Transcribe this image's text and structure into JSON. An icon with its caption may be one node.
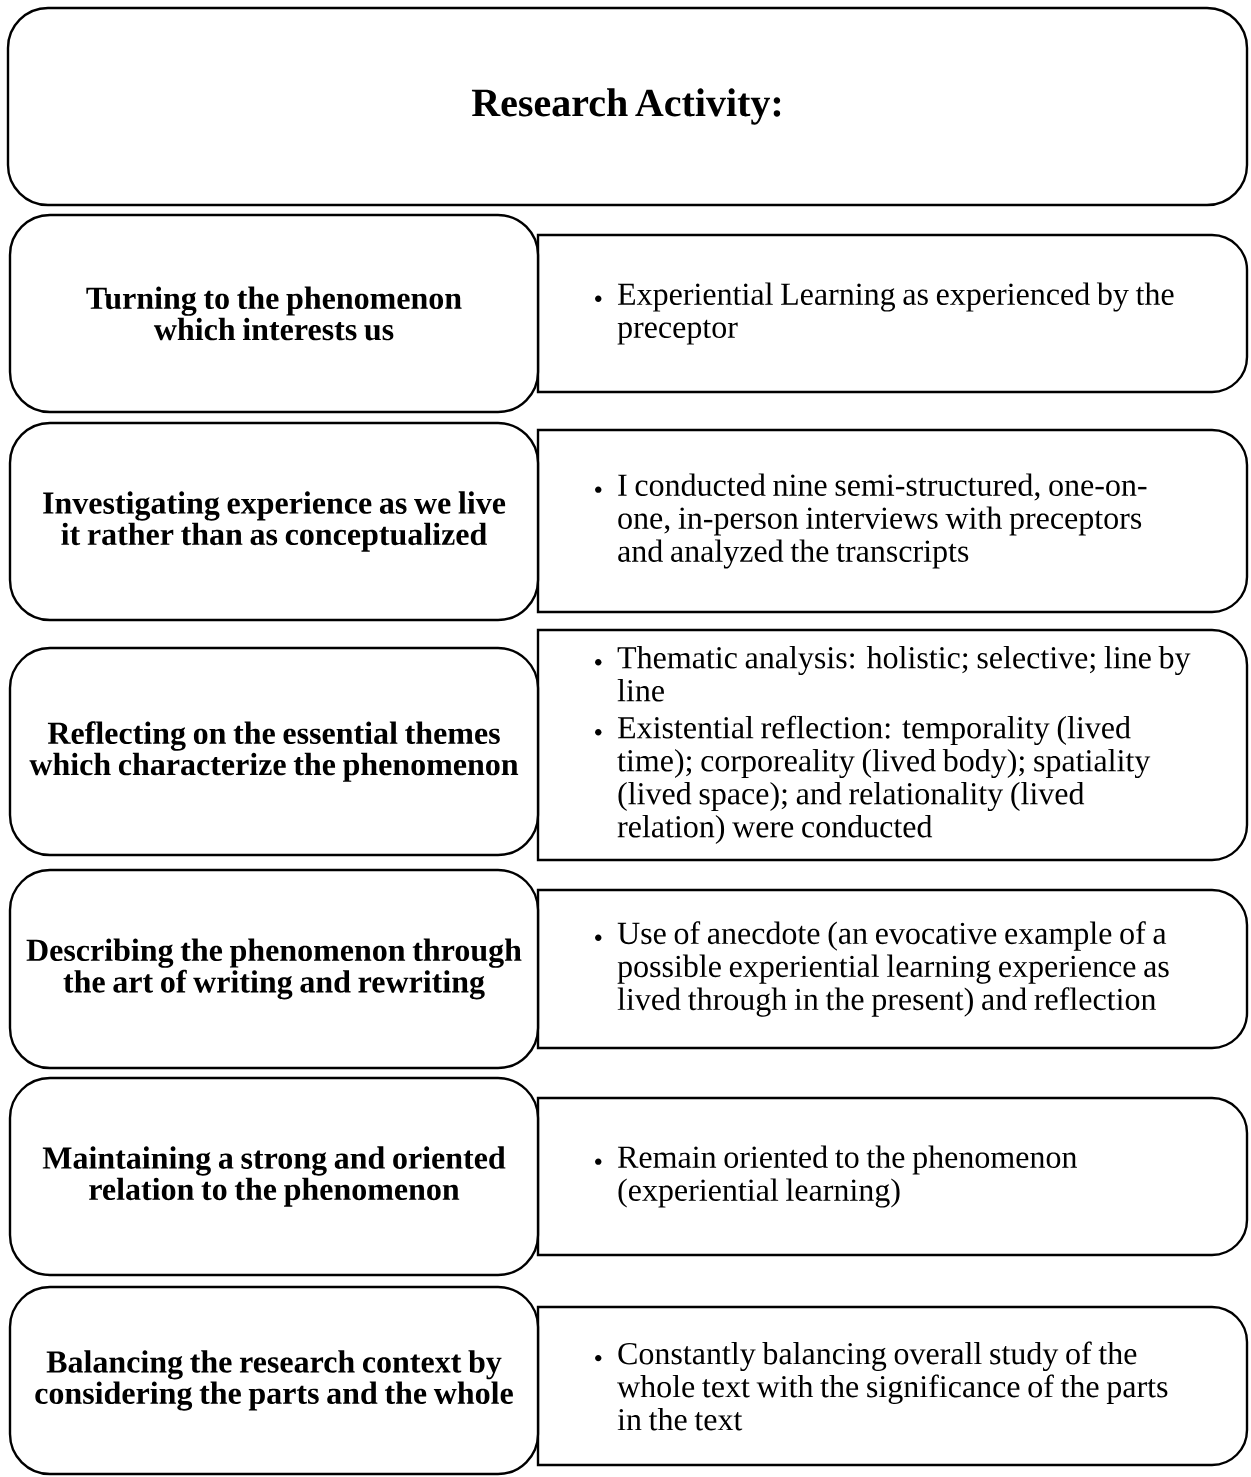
{
  "diagram": {
    "nodes": [
      {
        "text": [
          "Research Activity:"
        ]
      },
      {
        "text": [
          "Turning to the phenomenon which interests us"
        ]
      },
      {
        "text": [
          "Experiential Learning as experienced by the preceptor"
        ]
      },
      {
        "text": [
          "Investigating experience as we live it rather than as conceptualized"
        ]
      },
      {
        "text": [
          "I conducted nine semi-structured, one-on-one, in-person interviews with preceptors and analyzed the transcripts"
        ]
      },
      {
        "text": [
          "Reflecting on the essential themes which characterize the phenomenon"
        ]
      },
      {
        "text": [
          "Thematic analysis: holistic; selective; line by line",
          "Existential reflection: temporality (lived time); corporeality (lived body); spatiality (lived space); and relationality (lived relation) were conducted"
        ]
      },
      {
        "text": [
          "Describing the phenomenon through the art of writing and rewriting"
        ]
      },
      {
        "text": [
          "Use of anecdote (an evocative example of a possible experiential learning experience as lived through in the present) and reflection"
        ]
      },
      {
        "text": [
          "Maintaining a strong and oriented relation to the phenomenon"
        ]
      },
      {
        "text": [
          "Remain oriented to the phenomenon (experiential learning)"
        ]
      },
      {
        "text": [
          "Balancing the research context by considering the parts and the whole"
        ]
      },
      {
        "text": [
          "Constantly balancing overall study of the whole text with the significance of the parts in the text"
        ]
      }
    ]
  }
}
